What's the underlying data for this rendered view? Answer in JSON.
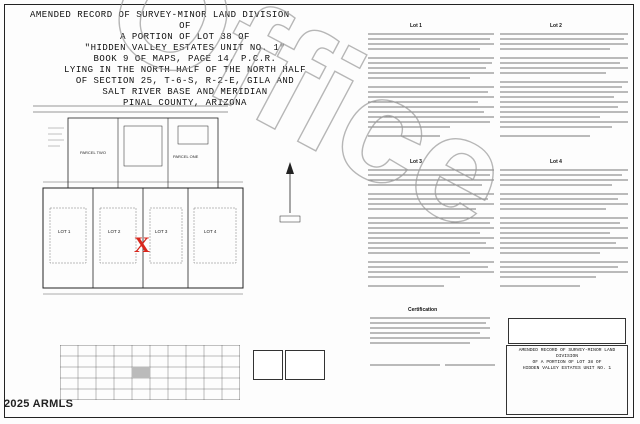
{
  "title": {
    "lines": [
      "AMENDED RECORD OF SURVEY-MINOR LAND DIVISION",
      "OF",
      "A PORTION OF LOT 38 OF",
      "\"HIDDEN VALLEY ESTATES UNIT NO. 1\"",
      "BOOK 9 OF MAPS, PAGE 14, P.C.R.",
      "LYING IN THE NORTH HALF OF THE NORTH HALF",
      "OF SECTION 25, T-6-S, R-2-E, GILA AND",
      "SALT RIVER BASE AND MERIDIAN",
      "PINAL COUNTY, ARIZONA"
    ]
  },
  "plat": {
    "lots": [
      "LOT 1",
      "LOT 2",
      "LOT 3",
      "LOT 4"
    ],
    "parcels": [
      "PARCEL TWO",
      "PARCEL ONE"
    ],
    "marker": "X"
  },
  "sections": {
    "lot1_head": "Lot 1",
    "lot2_head": "Lot 2",
    "lot3_head": "Lot 3",
    "lot4_head": "Lot 4",
    "certification": "Certification"
  },
  "title_block": {
    "line1": "AMENDED RECORD OF SURVEY-MINOR LAND DIVISION",
    "line2": "OF A PORTION OF LOT 38 OF",
    "line3": "HIDDEN VALLEY ESTATES UNIT NO. 1"
  },
  "watermark": {
    "copyright": "2025 ARMLS",
    "word": "Office"
  }
}
